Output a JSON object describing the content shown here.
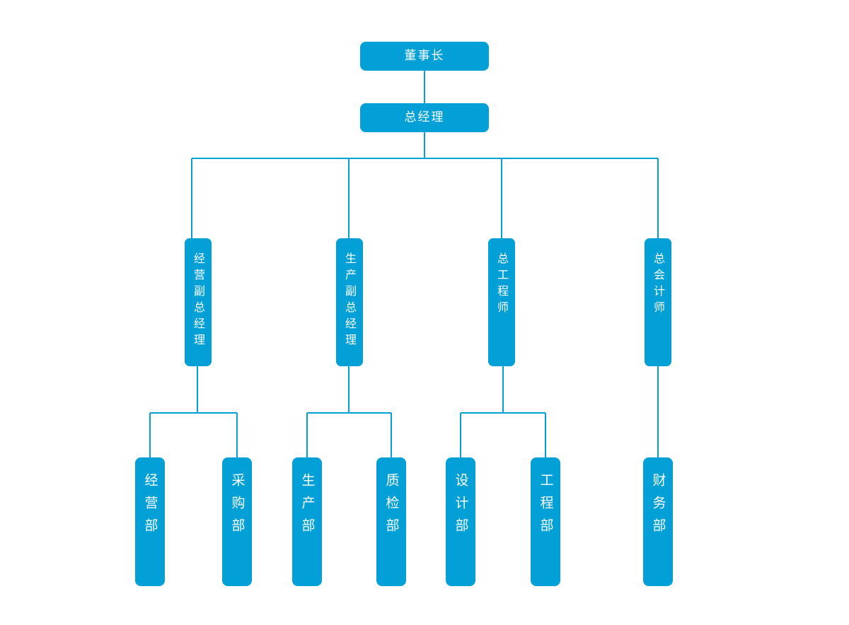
{
  "chart": {
    "type": "org-chart",
    "title": "",
    "theme": {
      "node_fill": "#02A0D6",
      "node_text": "#FFFFFF",
      "connector": "#02A0D6",
      "background": "#FFFFFF"
    },
    "levels": [
      {
        "level": 0,
        "orientation": "horizontal",
        "nodes": [
          {
            "id": "chairman",
            "label": "董事长"
          }
        ]
      },
      {
        "level": 1,
        "orientation": "horizontal",
        "nodes": [
          {
            "id": "general-manager",
            "label": "总经理"
          }
        ]
      },
      {
        "level": 2,
        "orientation": "vertical",
        "nodes": [
          {
            "id": "business-deputy-gm",
            "label": "经营副总经理"
          },
          {
            "id": "production-deputy-gm",
            "label": "生产副总经理"
          },
          {
            "id": "chief-engineer",
            "label": "总工程师"
          },
          {
            "id": "chief-accountant",
            "label": "总会计师"
          }
        ]
      },
      {
        "level": 3,
        "orientation": "vertical",
        "nodes": [
          {
            "id": "business-dept",
            "label": "经营部",
            "parent": "business-deputy-gm"
          },
          {
            "id": "purchasing-dept",
            "label": "采购部",
            "parent": "business-deputy-gm"
          },
          {
            "id": "production-dept",
            "label": "生产部",
            "parent": "production-deputy-gm"
          },
          {
            "id": "quality-dept",
            "label": "质检部",
            "parent": "production-deputy-gm"
          },
          {
            "id": "design-dept",
            "label": "设计部",
            "parent": "chief-engineer"
          },
          {
            "id": "engineering-dept",
            "label": "工程部",
            "parent": "chief-engineer"
          },
          {
            "id": "finance-dept",
            "label": "财务部",
            "parent": "chief-accountant"
          }
        ]
      }
    ]
  },
  "nodes": {
    "chairman": "董事长",
    "general_manager": "总经理",
    "business_deputy_gm": "经营副总经理",
    "production_deputy_gm": "生产副总经理",
    "chief_engineer": "总工程师",
    "chief_accountant": "总会计师",
    "business_dept": "经营部",
    "purchasing_dept": "采购部",
    "production_dept": "生产部",
    "quality_dept": "质检部",
    "design_dept": "设计部",
    "engineering_dept": "工程部",
    "finance_dept": "财务部"
  }
}
